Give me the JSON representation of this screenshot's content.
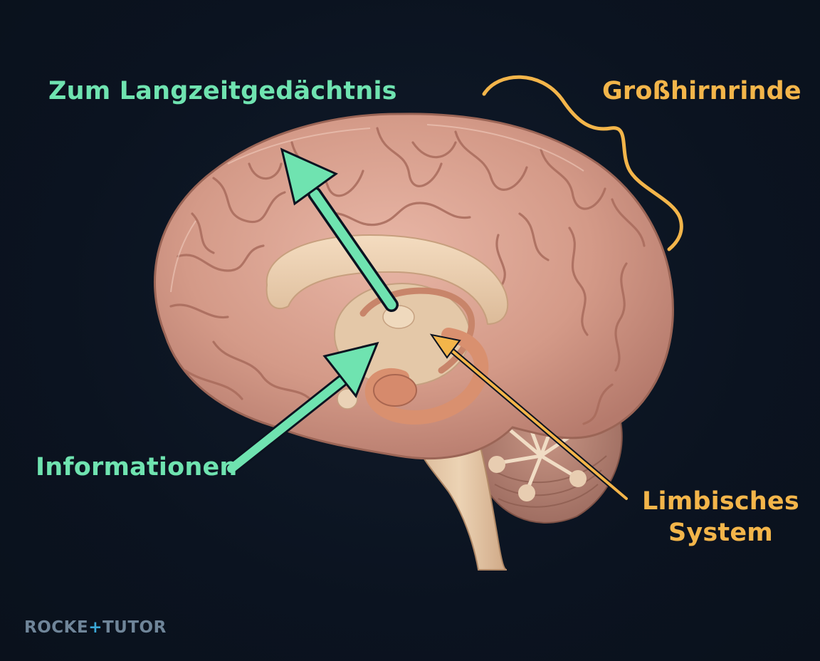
{
  "labels": {
    "long_term_memory": "Zum Langzeitgedächtnis",
    "information": "Informationen",
    "cerebral_cortex": "Großhirnrinde",
    "limbic_line1": "Limbisches",
    "limbic_line2": "System"
  },
  "logo": {
    "part1": "ROCKE",
    "plus": "+",
    "part2": "TUTOR"
  },
  "colors": {
    "background": "#0b1320",
    "green_accent": "#6fe3b0",
    "gold_accent": "#f3b54a",
    "brain_pink": "#d79e8e",
    "logo_gray": "#6f8599"
  }
}
